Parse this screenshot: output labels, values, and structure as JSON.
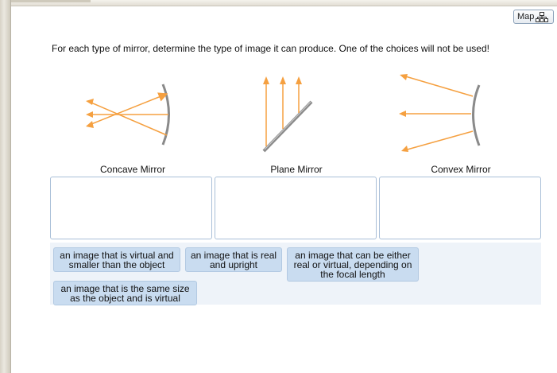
{
  "toolbar": {
    "map_label": "Map"
  },
  "question": {
    "instructions": "For each type of mirror, determine the type of image it can produce. One of the choices will not be used!"
  },
  "mirrors": [
    {
      "label": "Concave Mirror"
    },
    {
      "label": "Plane Mirror"
    },
    {
      "label": "Convex Mirror"
    }
  ],
  "answer_choices": [
    {
      "text": "an image that is virtual and smaller than the object"
    },
    {
      "text": "an image that is real and upright"
    },
    {
      "text": "an image that can be either real or virtual, depending on the focal length"
    },
    {
      "text": "an image that is the same size as the object and is virtual"
    }
  ],
  "colors": {
    "ray": "#f5a040",
    "mirror": "#8a8a8a",
    "chip": "#c9dcf0",
    "zone_border": "#a9bfd8"
  }
}
